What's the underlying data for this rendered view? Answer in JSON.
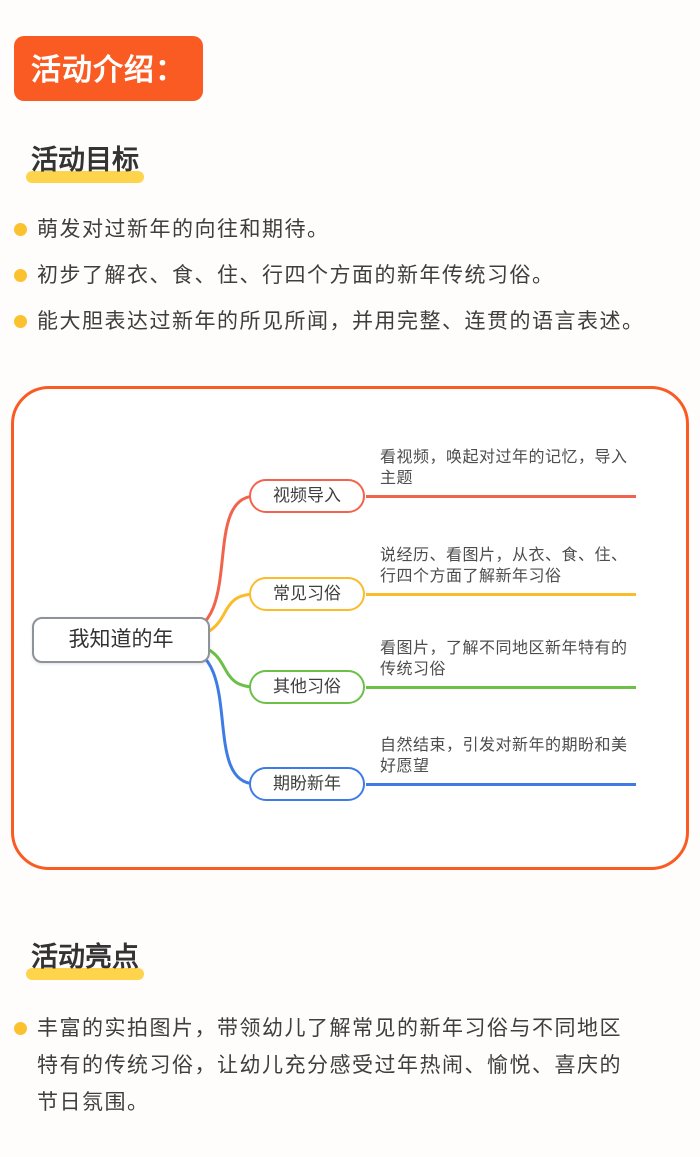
{
  "intro": {
    "badge": "活动介绍："
  },
  "goals": {
    "heading": "活动目标",
    "items": [
      "萌发对过新年的向往和期待。",
      "初步了解衣、食、住、行四个方面的新年传统习俗。",
      "能大胆表达过新年的所见所闻，并用完整、连贯的语言表述。"
    ]
  },
  "mindmap": {
    "root": "我知道的年",
    "branches": [
      {
        "label": "视频导入",
        "detail": "看视频，唤起对过年的记忆，导入主题",
        "color": "#f2634d"
      },
      {
        "label": "常见习俗",
        "detail": "说经历、看图片，从衣、食、住、行四个方面了解新年习俗",
        "color": "#fbbb2a"
      },
      {
        "label": "其他习俗",
        "detail": "看图片，了解不同地区新年特有的传统习俗",
        "color": "#6cbf47"
      },
      {
        "label": "期盼新年",
        "detail": "自然结束，引发对新年的期盼和美好愿望",
        "color": "#3e7ce4"
      }
    ]
  },
  "highlights": {
    "heading": "活动亮点",
    "items": [
      "丰富的实拍图片，带领幼儿了解常见的新年习俗与不同地区特有的传统习俗，让幼儿充分感受过年热闹、愉悦、喜庆的节日氛围。"
    ]
  },
  "colors": {
    "accent": "#fa5b22",
    "highlight": "#ffd44d",
    "bullet": "#fcc12f",
    "root_border": "#8e9399"
  }
}
